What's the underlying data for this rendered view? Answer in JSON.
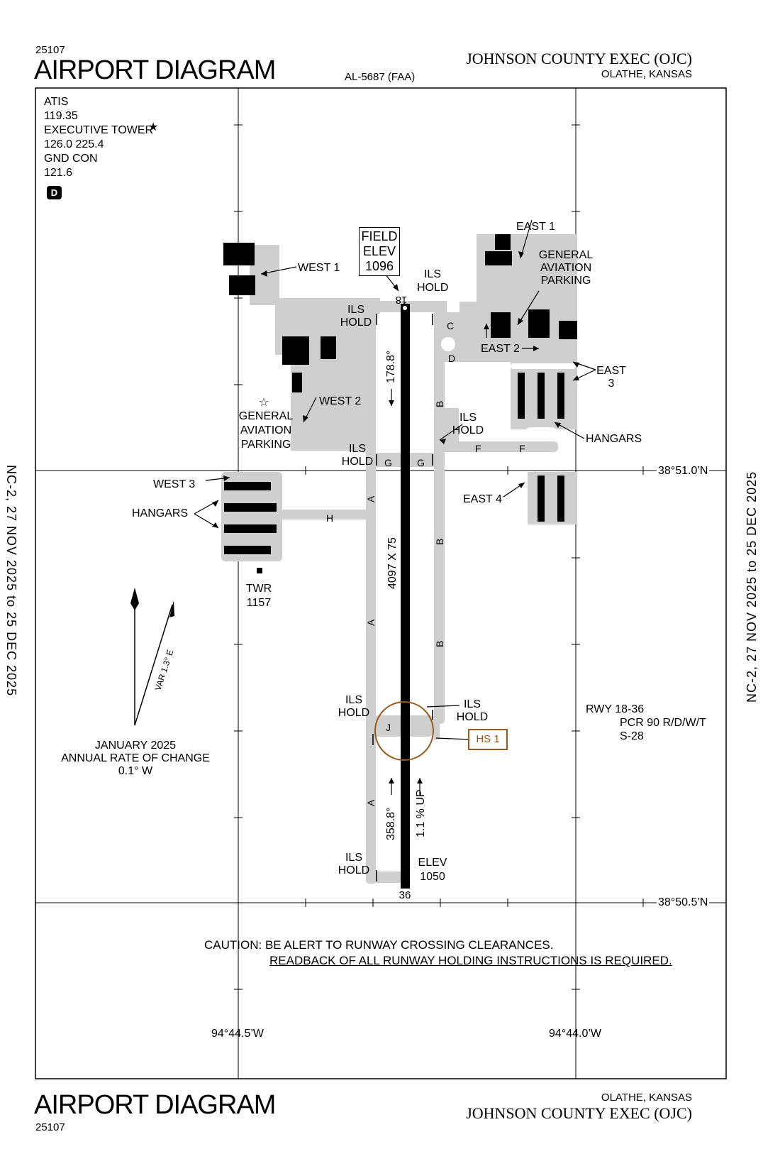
{
  "header": {
    "chart_number": "25107",
    "title": "AIRPORT DIAGRAM",
    "procedure_id": "AL-5687 (FAA)",
    "airport_name": "JOHNSON COUNTY EXEC (OJC)",
    "city_state": "OLATHE, KANSAS"
  },
  "footer": {
    "chart_number": "25107",
    "title": "AIRPORT DIAGRAM",
    "airport_name": "JOHNSON COUNTY EXEC (OJC)",
    "city_state": "OLATHE, KANSAS"
  },
  "side_text": {
    "left": "NC-2, 27 NOV 2025 to 25 DEC 2025",
    "right": "NC-2, 27 NOV 2025 to 25 DEC 2025"
  },
  "frequencies": {
    "atis_label": "ATIS",
    "atis_freq": "119.35",
    "tower_label": "EXECUTIVE TOWER",
    "tower_freq": "126.0  225.4",
    "gnd_label": "GND CON",
    "gnd_freq": "121.6",
    "airspace_class": "D"
  },
  "field_elev": {
    "line1": "FIELD",
    "line2": "ELEV",
    "line3": "1096"
  },
  "runway": {
    "end_north": "18",
    "end_south": "36",
    "dimensions": "4097 X 75",
    "heading_north": "178.8°",
    "heading_south": "358.8°",
    "gradient": "1.1 % UP",
    "elev_label": "ELEV",
    "elev_south": "1050",
    "info_line1": "RWY  18-36",
    "info_line2": "PCR 90 R/D/W/T",
    "info_line3": "S-28"
  },
  "labels": {
    "west1": "WEST 1",
    "west2": "WEST 2",
    "west3": "WEST 3",
    "east1": "EAST 1",
    "east2": "EAST 2",
    "east3_line1": "EAST",
    "east3_line2": "3",
    "east4": "EAST 4",
    "hangars": "HANGARS",
    "ga_line1": "GENERAL",
    "ga_line2": "AVIATION",
    "ga_line3": "PARKING",
    "ils": "ILS",
    "hold": "HOLD",
    "twr_label": "TWR",
    "twr_elev": "1157",
    "hotspot": "HS 1"
  },
  "taxiways": {
    "a": "A",
    "b": "B",
    "c": "C",
    "d": "D",
    "f": "F",
    "g": "G",
    "h": "H",
    "j": "J"
  },
  "coordinates": {
    "lat_north": "38°51.0’N",
    "lat_south": "38°50.5’N",
    "lon_west": "94°44.5’W",
    "lon_east": "94°44.0’W"
  },
  "variation": {
    "var_label": "VAR 1.3° E",
    "date": "JANUARY 2025",
    "rate_label": "ANNUAL RATE OF CHANGE",
    "rate_value": "0.1° W"
  },
  "caution": {
    "line1": "CAUTION:  BE ALERT TO RUNWAY CROSSING CLEARANCES.",
    "line2": "READBACK OF ALL RUNWAY HOLDING INSTRUCTIONS IS REQUIRED."
  },
  "colors": {
    "pavement": "#cfcfcf",
    "hotspot": "#9a5a1e",
    "ink": "#000000"
  }
}
